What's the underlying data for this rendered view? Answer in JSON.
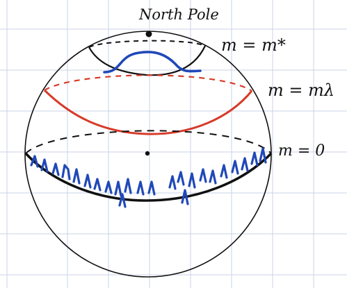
{
  "labels": {
    "north_pole": "North Pole",
    "m_star": "m = m*",
    "m_lambda": "m = mλ",
    "m_zero": "m = 0"
  },
  "colors": {
    "background": "#ffffff",
    "grid": "#c9d3e6",
    "ink": "#111111",
    "red": "#d63b2a",
    "blue": "#2048b8"
  }
}
